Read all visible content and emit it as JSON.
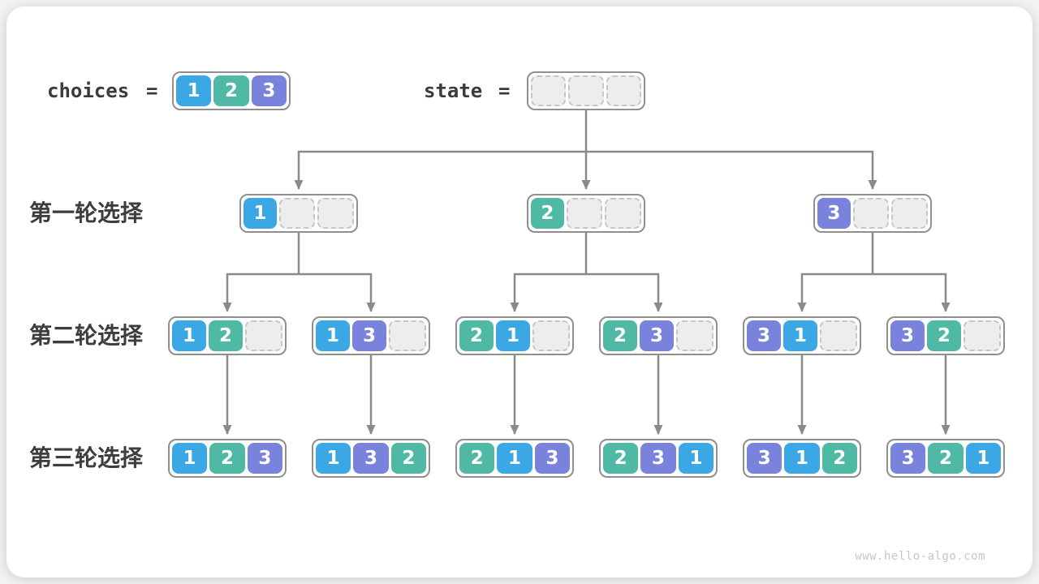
{
  "title_row": {
    "choices_label": "choices",
    "state_label": "state",
    "equals": "=",
    "choices_cells": [
      "1",
      "2",
      "3"
    ],
    "state_cells": [
      "",
      "",
      ""
    ]
  },
  "rows": [
    {
      "label": "第一轮选择",
      "nodes": [
        [
          "1",
          "",
          ""
        ],
        [
          "2",
          "",
          ""
        ],
        [
          "3",
          "",
          ""
        ]
      ]
    },
    {
      "label": "第二轮选择",
      "nodes": [
        [
          "1",
          "2",
          ""
        ],
        [
          "1",
          "3",
          ""
        ],
        [
          "2",
          "1",
          ""
        ],
        [
          "2",
          "3",
          ""
        ],
        [
          "3",
          "1",
          ""
        ],
        [
          "3",
          "2",
          ""
        ]
      ]
    },
    {
      "label": "第三轮选择",
      "nodes": [
        [
          "1",
          "2",
          "3"
        ],
        [
          "1",
          "3",
          "2"
        ],
        [
          "2",
          "1",
          "3"
        ],
        [
          "2",
          "3",
          "1"
        ],
        [
          "3",
          "1",
          "2"
        ],
        [
          "3",
          "2",
          "1"
        ]
      ]
    }
  ],
  "colors": {
    "value_1_blue": "#3CA7E5",
    "value_2_teal": "#4FB9A5",
    "value_3_purple": "#7A83DC",
    "arrow_gray": "#8A8A8A",
    "node_border": "#8F8F8F",
    "empty_cell_fill": "#EDEDED",
    "empty_cell_border": "#C6C6C6",
    "text_dark": "#3B3B3B",
    "label_dark": "#3D3D3D",
    "watermark_gray": "#C6C6C6",
    "card_background": "#FFFFFF"
  },
  "watermark": "www.hello-algo.com"
}
